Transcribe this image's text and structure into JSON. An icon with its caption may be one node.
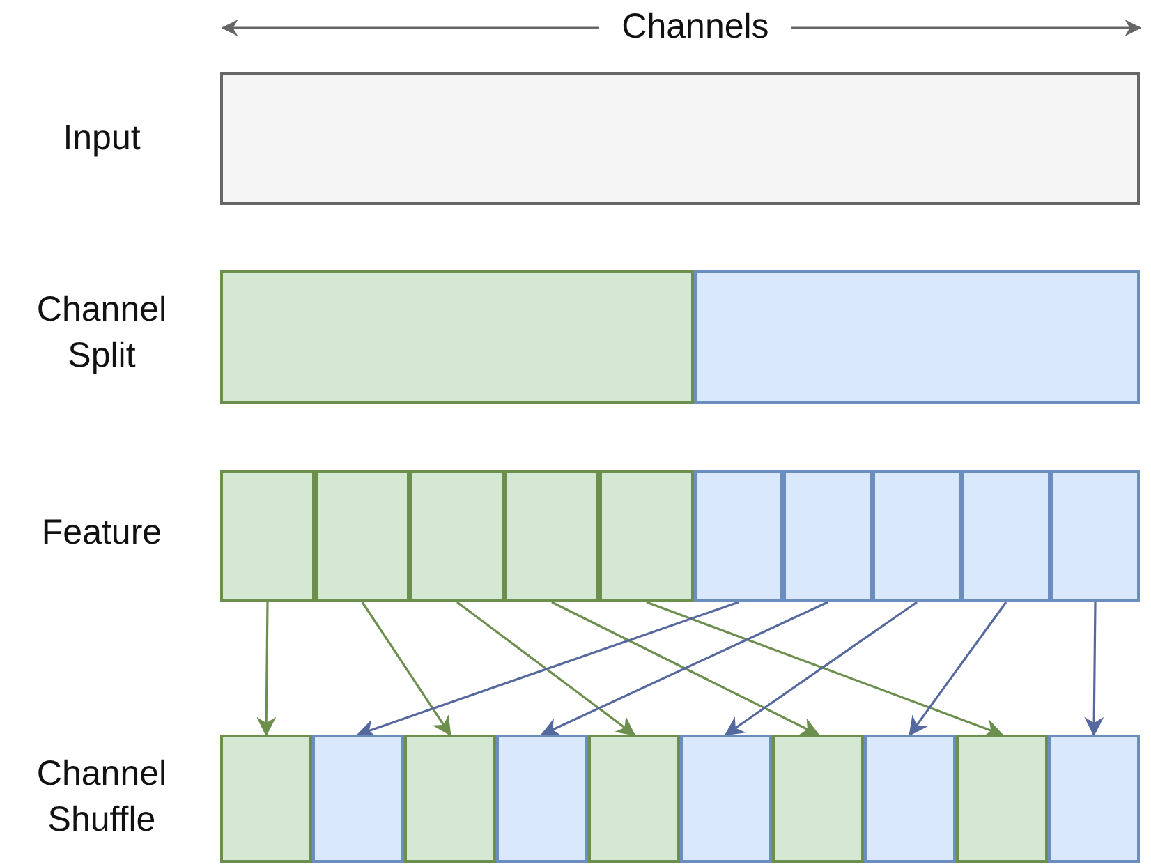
{
  "diagram": {
    "nodes": [
      {
        "text": [],
        "shape": "box"
      },
      {
        "text": [],
        "shape": "box"
      },
      {
        "text": [],
        "shape": "box"
      },
      {
        "text": [],
        "shape": "box"
      },
      {
        "text": [],
        "shape": "box"
      },
      {
        "text": [],
        "shape": "box"
      },
      {
        "text": [],
        "shape": "box"
      },
      {
        "text": [],
        "shape": "box"
      },
      {
        "text": [],
        "shape": "box"
      },
      {
        "text": [],
        "shape": "box"
      },
      {
        "text": [],
        "shape": "box"
      },
      {
        "text": [],
        "shape": "box"
      },
      {
        "text": [],
        "shape": "box"
      },
      {
        "text": [],
        "shape": "box"
      },
      {
        "text": [],
        "shape": "box"
      },
      {
        "text": [],
        "shape": "box"
      },
      {
        "text": [],
        "shape": "box"
      },
      {
        "text": [],
        "shape": "box"
      },
      {
        "text": [],
        "shape": "box"
      },
      {
        "text": [],
        "shape": "box"
      },
      {
        "text": [],
        "shape": "box"
      },
      {
        "text": [],
        "shape": "box"
      },
      {
        "text": [],
        "shape": "box"
      }
    ],
    "edges": [
      {
        "from": 3,
        "to": 13,
        "arrow": "to",
        "color": "#6d8f4e"
      },
      {
        "from": 4,
        "to": 15,
        "arrow": "to",
        "color": "#6d8f4e"
      },
      {
        "from": 5,
        "to": 17,
        "arrow": "to",
        "color": "#6d8f4e"
      },
      {
        "from": 6,
        "to": 19,
        "arrow": "to",
        "color": "#6d8f4e"
      },
      {
        "from": 7,
        "to": 21,
        "arrow": "to",
        "color": "#6d8f4e"
      },
      {
        "from": 8,
        "to": 14,
        "arrow": "to",
        "color": "#56699e"
      },
      {
        "from": 9,
        "to": 16,
        "arrow": "to",
        "color": "#56699e"
      },
      {
        "from": 10,
        "to": 18,
        "arrow": "to",
        "color": "#56699e"
      },
      {
        "from": 11,
        "to": 20,
        "arrow": "to",
        "color": "#56699e"
      },
      {
        "from": 12,
        "to": 22,
        "arrow": "to",
        "color": "#56699e"
      }
    ],
    "labels": [
      "Channels",
      "Input",
      "Channel Split",
      "Feature",
      "Channel Shuffle"
    ]
  }
}
